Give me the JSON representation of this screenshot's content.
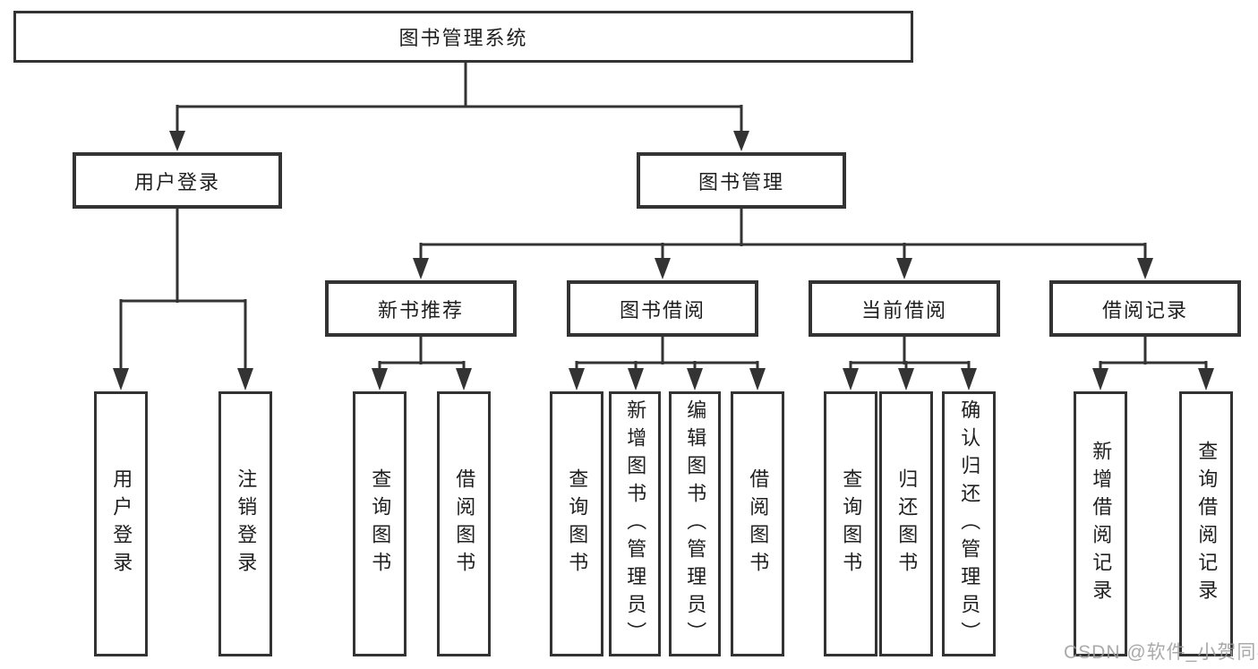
{
  "tree": {
    "label": "图书管理系统",
    "children": [
      {
        "label": "用户登录",
        "children": [
          {
            "label": "用户登录"
          },
          {
            "label": "注销登录"
          }
        ]
      },
      {
        "label": "图书管理",
        "children": [
          {
            "label": "新书推荐",
            "children": [
              {
                "label": "查询图书"
              },
              {
                "label": "借阅图书"
              }
            ]
          },
          {
            "label": "图书借阅",
            "children": [
              {
                "label": "查询图书"
              },
              {
                "label": "新增图书（管理员）"
              },
              {
                "label": "编辑图书（管理员）"
              },
              {
                "label": "借阅图书"
              }
            ]
          },
          {
            "label": "当前借阅",
            "children": [
              {
                "label": "查询图书"
              },
              {
                "label": "归还图书"
              },
              {
                "label": "确认归还（管理员）"
              }
            ]
          },
          {
            "label": "借阅记录",
            "children": [
              {
                "label": "新增借阅记录"
              },
              {
                "label": "查询借阅记录"
              }
            ]
          }
        ]
      }
    ]
  },
  "watermark": {
    "text": "CSDN @软件_小贺同学"
  },
  "colors": {
    "line": "#333333",
    "box_border": "#333333",
    "text": "#1f1f1f",
    "watermark": "#9b9b9b",
    "background": "#ffffff"
  }
}
